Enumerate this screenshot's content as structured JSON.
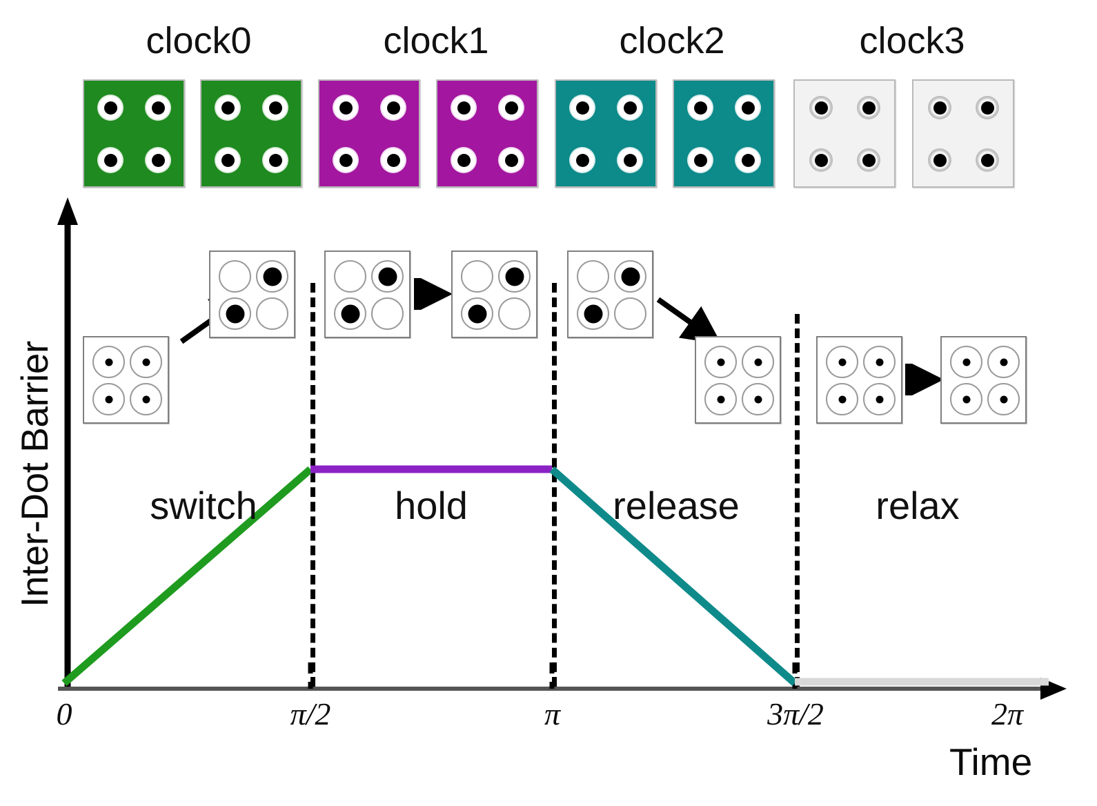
{
  "chart_data": {
    "type": "line",
    "title": "",
    "xlabel": "Time",
    "ylabel": "Inter-Dot Barrier",
    "xtick_labels": [
      "0",
      "π/2",
      "π",
      "3π/2",
      "2π"
    ],
    "xtick_values": [
      0,
      1.5708,
      3.1416,
      4.7124,
      6.2832
    ],
    "xlim": [
      0,
      6.2832
    ],
    "ylim": [
      0,
      1
    ],
    "grid": false,
    "legend": "none",
    "x": [
      0,
      1.5708,
      3.1416,
      4.7124,
      6.2832
    ],
    "y": [
      0,
      1,
      1,
      0,
      0
    ],
    "series": [
      {
        "name": "switch",
        "color": "#1f9b1f",
        "x": [
          0,
          1.5708
        ],
        "y": [
          0,
          1
        ]
      },
      {
        "name": "hold",
        "color": "#8a22c4",
        "x": [
          1.5708,
          3.1416
        ],
        "y": [
          1,
          1
        ]
      },
      {
        "name": "release",
        "color": "#0e8a8a",
        "x": [
          3.1416,
          4.7124
        ],
        "y": [
          1,
          0
        ]
      },
      {
        "name": "relax",
        "color": "#d8d8d8",
        "x": [
          4.7124,
          6.2832
        ],
        "y": [
          0,
          0
        ]
      }
    ],
    "annotations": [
      "switch",
      "hold",
      "release",
      "relax"
    ],
    "dividers_at": [
      "π/2",
      "π",
      "3π/2"
    ]
  },
  "clock_header": {
    "labels": [
      {
        "text": "clock0",
        "color": "#1f8a1f"
      },
      {
        "text": "clock1",
        "color": "#a3169f"
      },
      {
        "text": "clock2",
        "color": "#0d8a8a"
      },
      {
        "text": "clock3",
        "color": "#f2f2f2"
      }
    ],
    "zone_cells": [
      {
        "zone": "clock0",
        "fill": "#1f8a1f",
        "state": "charged"
      },
      {
        "zone": "clock0",
        "fill": "#1f8a1f",
        "state": "charged"
      },
      {
        "zone": "clock1",
        "fill": "#a3169f",
        "state": "charged"
      },
      {
        "zone": "clock1",
        "fill": "#a3169f",
        "state": "charged"
      },
      {
        "zone": "clock2",
        "fill": "#0d8a8a",
        "state": "charged"
      },
      {
        "zone": "clock2",
        "fill": "#0d8a8a",
        "state": "charged"
      },
      {
        "zone": "clock3",
        "fill": "#f2f2f2",
        "state": "charged"
      },
      {
        "zone": "clock3",
        "fill": "#f2f2f2",
        "state": "charged"
      }
    ]
  },
  "qca_cells": [
    {
      "id": "cell-relaxed-start",
      "phase": "switch",
      "occupancy": [
        "tiny",
        "tiny",
        "tiny",
        "tiny"
      ]
    },
    {
      "id": "cell-switch-out",
      "phase": "switch",
      "occupancy": [
        "none",
        "big",
        "big",
        "none"
      ]
    },
    {
      "id": "cell-hold-in",
      "phase": "hold",
      "occupancy": [
        "none",
        "big",
        "big",
        "none"
      ]
    },
    {
      "id": "cell-hold-out",
      "phase": "hold",
      "occupancy": [
        "none",
        "big",
        "big",
        "none"
      ]
    },
    {
      "id": "cell-release-in",
      "phase": "release",
      "occupancy": [
        "none",
        "big",
        "big",
        "none"
      ]
    },
    {
      "id": "cell-release-out",
      "phase": "release",
      "occupancy": [
        "tiny",
        "tiny",
        "tiny",
        "tiny"
      ]
    },
    {
      "id": "cell-relax-in",
      "phase": "relax",
      "occupancy": [
        "tiny",
        "tiny",
        "tiny",
        "tiny"
      ]
    },
    {
      "id": "cell-relax-out",
      "phase": "relax",
      "occupancy": [
        "tiny",
        "tiny",
        "tiny",
        "tiny"
      ]
    }
  ],
  "arrows": [
    {
      "id": "arrow-switch-up",
      "direction": "up-right"
    },
    {
      "id": "arrow-hold-right",
      "direction": "right"
    },
    {
      "id": "arrow-release-down",
      "direction": "down-right"
    },
    {
      "id": "arrow-relax-right",
      "direction": "right"
    }
  ],
  "colors": {
    "clock0": "#1f8a1f",
    "clock1": "#a3169f",
    "clock2": "#0d8a8a",
    "clock3": "#f2f2f2",
    "switch_line": "#1f9b1f",
    "hold_line": "#8a22c4",
    "release_line": "#0e8a8a",
    "relax_line": "#d8d8d8",
    "axis": "#000000"
  }
}
